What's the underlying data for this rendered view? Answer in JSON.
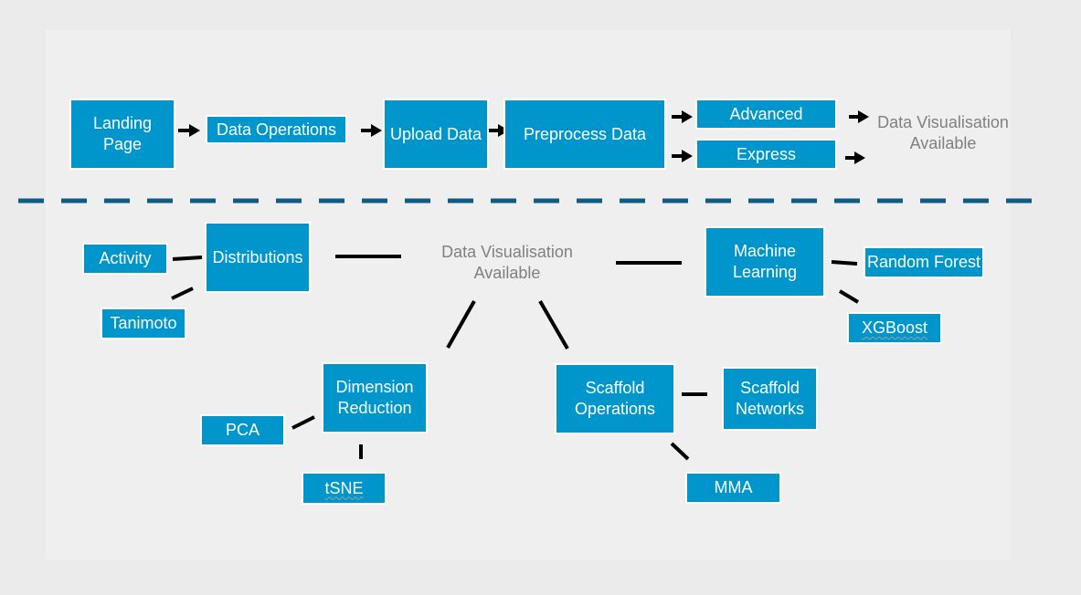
{
  "colors": {
    "node": "#0096cc",
    "node_text": "#ffffff",
    "plain_text": "#808080",
    "connector": "#000000",
    "divider": "#115b82",
    "background": "#efefef"
  },
  "flow": {
    "landing_page": "Landing\nPage",
    "data_operations": "Data Operations",
    "upload_data": "Upload Data",
    "preprocess_data": "Preprocess Data",
    "advanced": "Advanced",
    "express": "Express",
    "data_visualisation": "Data Visualisation\nAvailable"
  },
  "map": {
    "center": "Data Visualisation\nAvailable",
    "distributions": "Distributions",
    "activity": "Activity",
    "tanimoto": "Tanimoto",
    "machine_learning": "Machine\nLearning",
    "random_forest": "Random Forest",
    "xgboost": "XGBoost",
    "dimension_reduction": "Dimension\nReduction",
    "pca": "PCA",
    "tsne": "tSNE",
    "scaffold_operations": "Scaffold\nOperations",
    "scaffold_networks": "Scaffold\nNetworks",
    "mma": "MMA"
  }
}
